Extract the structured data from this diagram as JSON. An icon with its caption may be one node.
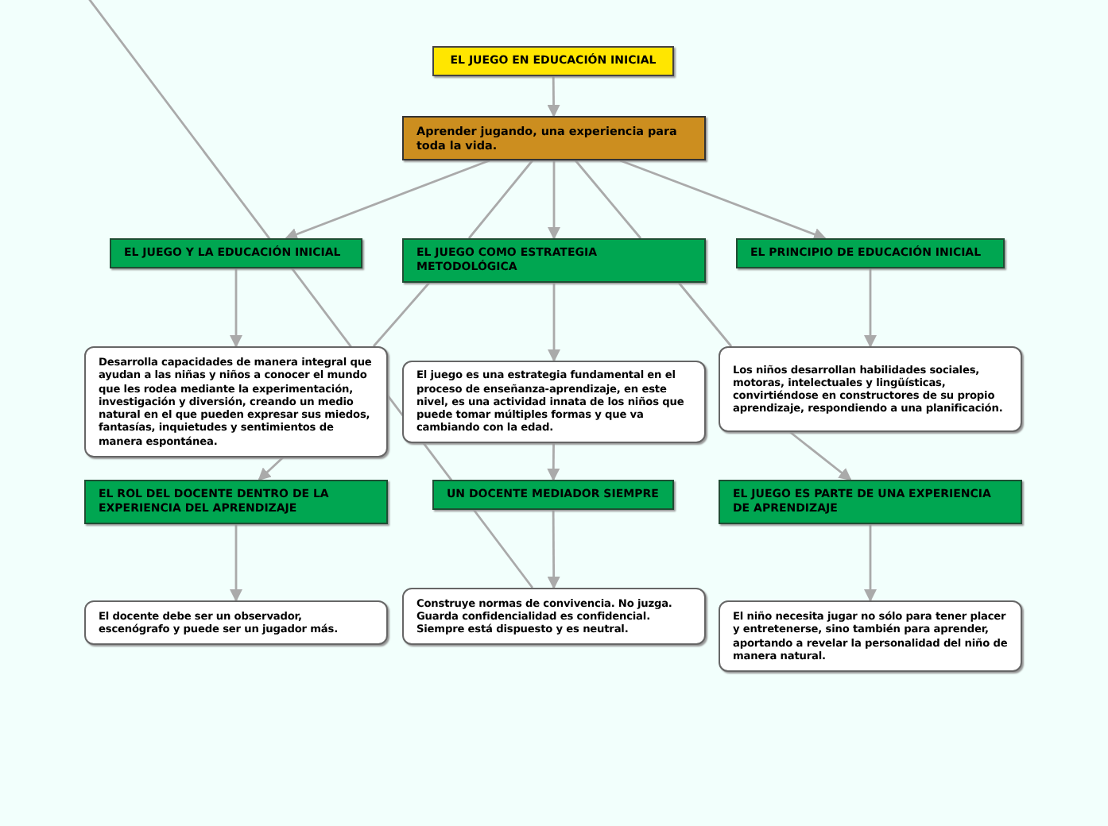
{
  "diagram": {
    "nodes": [
      {
        "text": [
          "EL JUEGO EN EDUCACIÓN INICIAL"
        ]
      },
      {
        "text": [
          "Aprender jugando, una experiencia para toda la vida."
        ]
      },
      {
        "text": [
          "EL JUEGO Y LA EDUCACIÓN INICIAL"
        ]
      },
      {
        "text": [
          "EL JUEGO COMO ESTRATEGIA METODOLÓGICA"
        ]
      },
      {
        "text": [
          "EL PRINCIPIO DE EDUCACIÓN INICIAL"
        ]
      },
      {
        "text": [
          "Desarrolla capacidades de manera integral que ayudan a las niñas y niños a conocer el mundo que les rodea mediante la experimentación, investigación y diversión, creando un medio natural en el que pueden expresar sus miedos, fantasías, inquietudes y sentimientos de manera espontánea."
        ]
      },
      {
        "text": [
          "El juego es una estrategia fundamental en el proceso de enseñanza-aprendizaje, en este nivel, es una actividad innata de los niños que puede tomar múltiples formas y que va cambiando con la edad."
        ]
      },
      {
        "text": [
          "Los niños desarrollan habilidades sociales, motoras, intelectuales y lingüísticas, convirtiéndose en constructores de su propio aprendizaje, respondiendo a una planificación."
        ]
      },
      {
        "text": [
          "EL ROL DEL DOCENTE DENTRO DE LA EXPERIENCIA DEL APRENDIZAJE"
        ]
      },
      {
        "text": [
          "UN DOCENTE MEDIADOR SIEMPRE"
        ]
      },
      {
        "text": [
          "EL JUEGO ES PARTE DE UNA EXPERIENCIA DE APRENDIZAJE"
        ]
      },
      {
        "text": [
          "El docente debe ser un observador, escenógrafo y puede ser un jugador más."
        ]
      },
      {
        "text": [
          "Construye normas de convivencia. No juzga. Guarda confidencialidad es confidencial. Siempre está dispuesto y es neutral."
        ]
      },
      {
        "text": [
          "El niño necesita jugar no sólo para tener placer y entretenerse, sino también para aprender, aportando a revelar la personalidad del niño de manera natural."
        ]
      }
    ],
    "edges": [
      {
        "from": 0,
        "to": 1,
        "arrow": "to"
      },
      {
        "from": 1,
        "to": 2,
        "arrow": "to"
      },
      {
        "from": 1,
        "to": 3,
        "arrow": "to"
      },
      {
        "from": 1,
        "to": 4,
        "arrow": "to"
      },
      {
        "from": 1,
        "to": 3,
        "arrow": "none"
      },
      {
        "from": 3,
        "to": 5,
        "arrow": "none"
      },
      {
        "from": 1,
        "to": 3,
        "arrow": "none"
      },
      {
        "from": 3,
        "to": 7,
        "arrow": "none"
      },
      {
        "from": 2,
        "to": 5,
        "arrow": "to"
      },
      {
        "from": 3,
        "to": 6,
        "arrow": "to"
      },
      {
        "from": 4,
        "to": 7,
        "arrow": "to"
      },
      {
        "from": 5,
        "to": 8,
        "arrow": "to"
      },
      {
        "from": 6,
        "to": 9,
        "arrow": "to"
      },
      {
        "from": 7,
        "to": 10,
        "arrow": "to"
      },
      {
        "from": 8,
        "to": 11,
        "arrow": "to"
      },
      {
        "from": 9,
        "to": 12,
        "arrow": "to"
      },
      {
        "from": 10,
        "to": 13,
        "arrow": "to"
      },
      {
        "from": null,
        "to": 12,
        "arrow": "none"
      }
    ]
  }
}
